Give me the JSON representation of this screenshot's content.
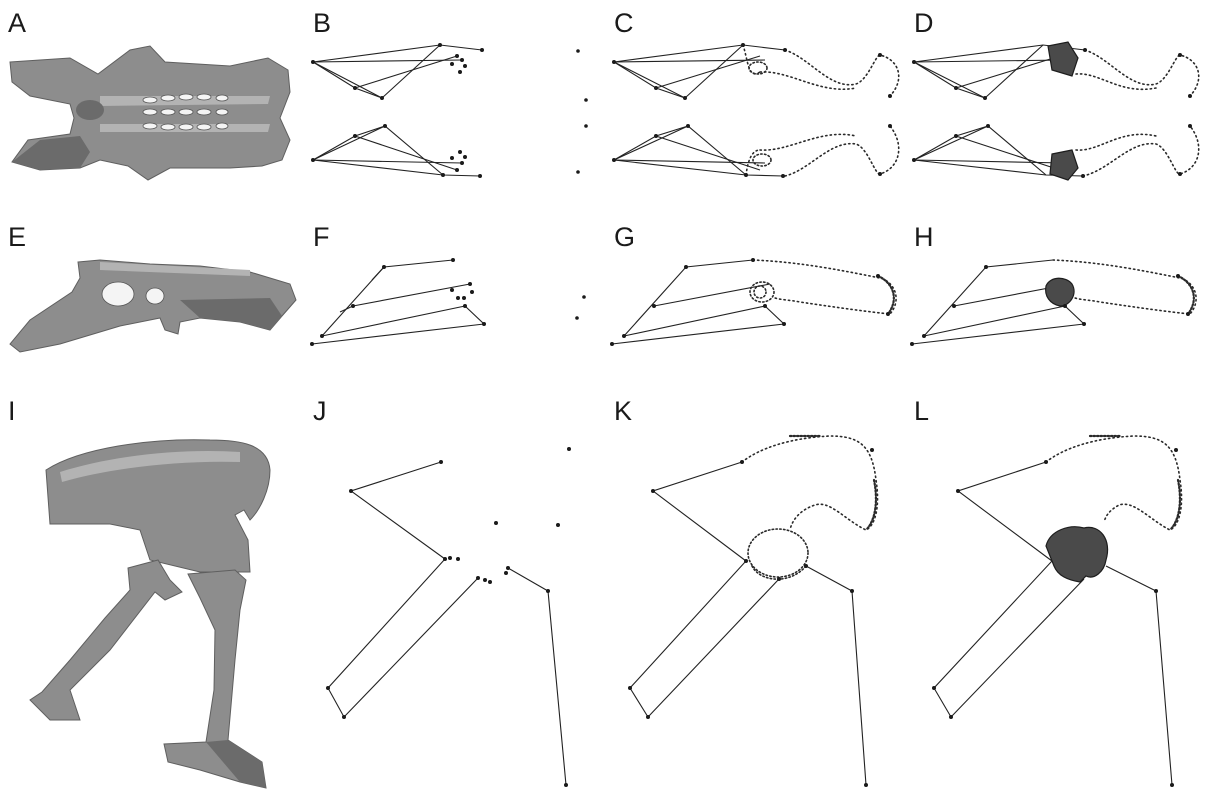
{
  "panels": [
    {
      "id": "A",
      "label": "A"
    },
    {
      "id": "B",
      "label": "B"
    },
    {
      "id": "C",
      "label": "C"
    },
    {
      "id": "D",
      "label": "D"
    },
    {
      "id": "E",
      "label": "E"
    },
    {
      "id": "F",
      "label": "F"
    },
    {
      "id": "G",
      "label": "G"
    },
    {
      "id": "H",
      "label": "H"
    },
    {
      "id": "I",
      "label": "I"
    },
    {
      "id": "J",
      "label": "J"
    },
    {
      "id": "K",
      "label": "K"
    },
    {
      "id": "L",
      "label": "L"
    }
  ],
  "colors": {
    "background": "#ffffff",
    "bone": "#8d8d8d",
    "wire": "#222222",
    "landmark": "#1a1a1a"
  }
}
